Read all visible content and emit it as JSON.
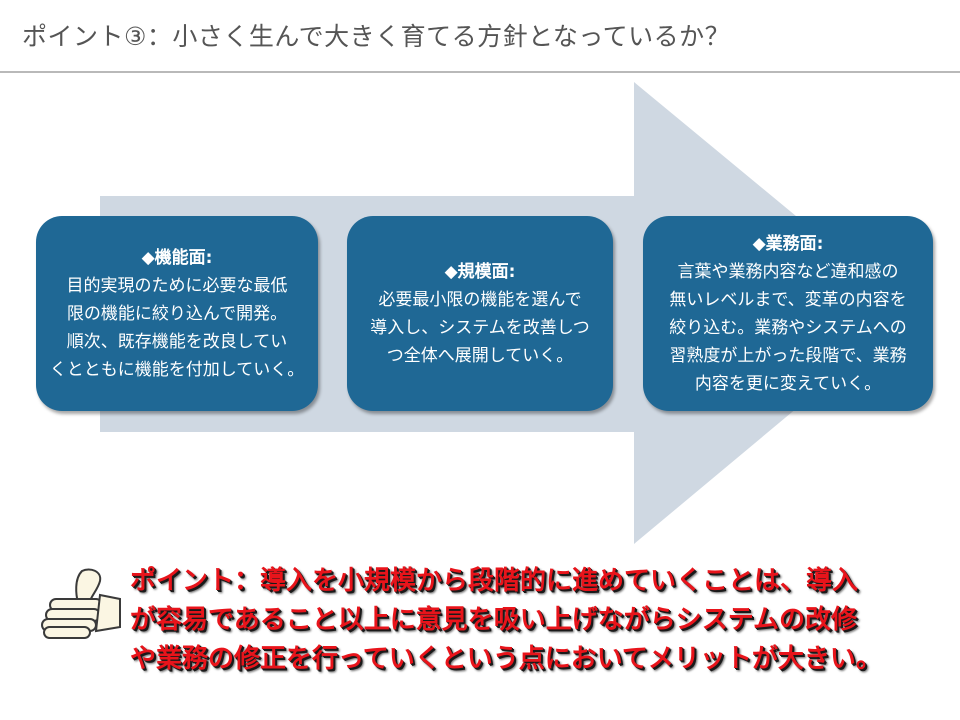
{
  "title": "ポイント③：小さく生んで大きく育てる方針となっているか？",
  "boxes": [
    {
      "heading": "◆機能面:",
      "lines": [
        "目的実現のために必要な最低",
        "限の機能に絞り込んで開発。",
        "順次、既存機能を改良してい",
        "くとともに機能を付加していく。"
      ]
    },
    {
      "heading": "◆規模面:",
      "lines": [
        "必要最小限の機能を選んで",
        "導入し、システムを改善しつ",
        "つ全体へ展開していく。"
      ]
    },
    {
      "heading": "◆業務面:",
      "lines": [
        "言葉や業務内容など違和感の",
        "無いレベルまで、変革の内容を",
        "絞り込む。業務やシステムへの",
        "習熟度が上がった段階で、業務",
        "内容を更に変えていく。"
      ]
    }
  ],
  "point": {
    "lines": [
      "ポイント：導入を小規模から段階的に進めていくことは、導入",
      "が容易であること以上に意見を吸い上げながらシステムの改修",
      "や業務の修正を行っていくという点においてメリットが大きい。"
    ]
  },
  "colors": {
    "box_fill": "#1f6895",
    "arrow_fill": "#cfd8e2",
    "point_text": "#e8141b",
    "title_text": "#555555"
  },
  "icons": {
    "thumb": "thumbs-up-hand-icon"
  }
}
